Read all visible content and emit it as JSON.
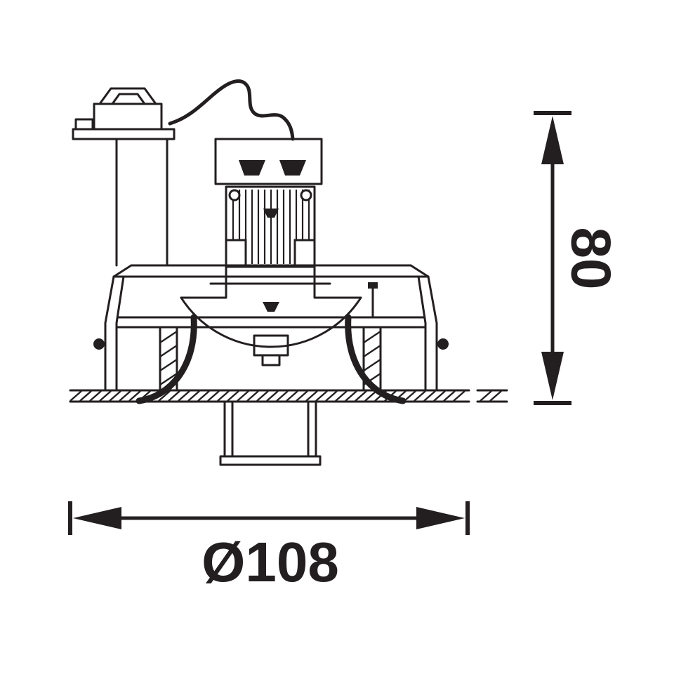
{
  "drawing": {
    "name": "recessed-downlight-cross-section",
    "dimensions": {
      "height": {
        "label": "80",
        "orientation": "vertical"
      },
      "diameter": {
        "label": "Ø108",
        "orientation": "horizontal"
      }
    },
    "colors": {
      "line": "#231f20",
      "background": "#ffffff"
    }
  }
}
